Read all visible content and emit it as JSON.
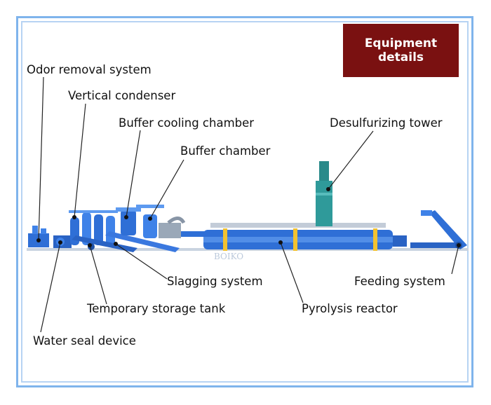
{
  "badge": {
    "line1": "Equipment",
    "line2": "details",
    "color": "#7a1111"
  },
  "labels": {
    "odor_removal": "Odor removal system",
    "vertical_condenser": "Vertical condenser",
    "buffer_cooling": "Buffer cooling chamber",
    "buffer_chamber": "Buffer chamber",
    "desulfurizing": "Desulfurizing tower",
    "slagging": "Slagging system",
    "feeding": "Feeding system",
    "temporary_storage": "Temporary storage tank",
    "pyrolysis": "Pyrolysis reactor",
    "water_seal": "Water seal device"
  },
  "watermark": "BOIKO",
  "colors": {
    "equipment": "#2f6fd6",
    "frame": "#7fb4ec",
    "leader": "#222222"
  }
}
